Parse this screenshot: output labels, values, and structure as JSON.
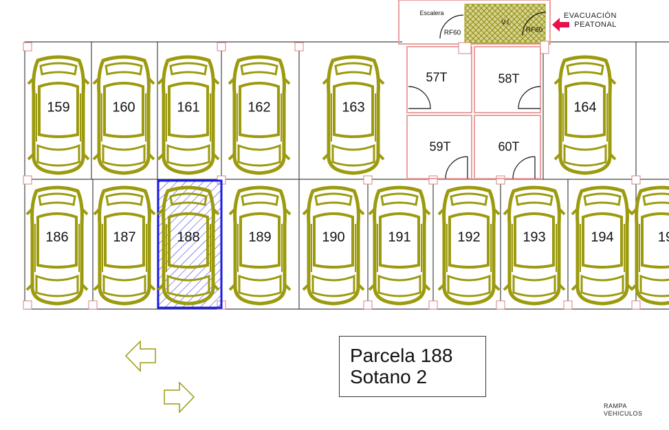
{
  "plan": {
    "top_spots": [
      "159",
      "160",
      "161",
      "162",
      "163",
      "164"
    ],
    "bottom_spots": [
      "186",
      "187",
      "188",
      "189",
      "190",
      "191",
      "192",
      "193",
      "194",
      "19"
    ],
    "storage_rooms": [
      "57T",
      "58T",
      "59T",
      "60T"
    ],
    "selected_spot": "188",
    "stair_label": "Escalera",
    "vestibule_label": "V.I.",
    "door_labels": [
      "RF60",
      "RF60"
    ],
    "evacuation_label": [
      "EVACUACIÓN",
      "PEATONAL"
    ],
    "ramp_label": [
      "RAMPA",
      "VEHICULOS"
    ]
  },
  "info_box": {
    "line1": "Parcela 188",
    "line2": "Sotano 2"
  },
  "colors": {
    "car": "#9c9a0e",
    "selected": "#1a1ae6",
    "wall": "#e8a0a0",
    "evacuation_arrow": "#e8104a",
    "vestibule": "#c8c27a"
  }
}
